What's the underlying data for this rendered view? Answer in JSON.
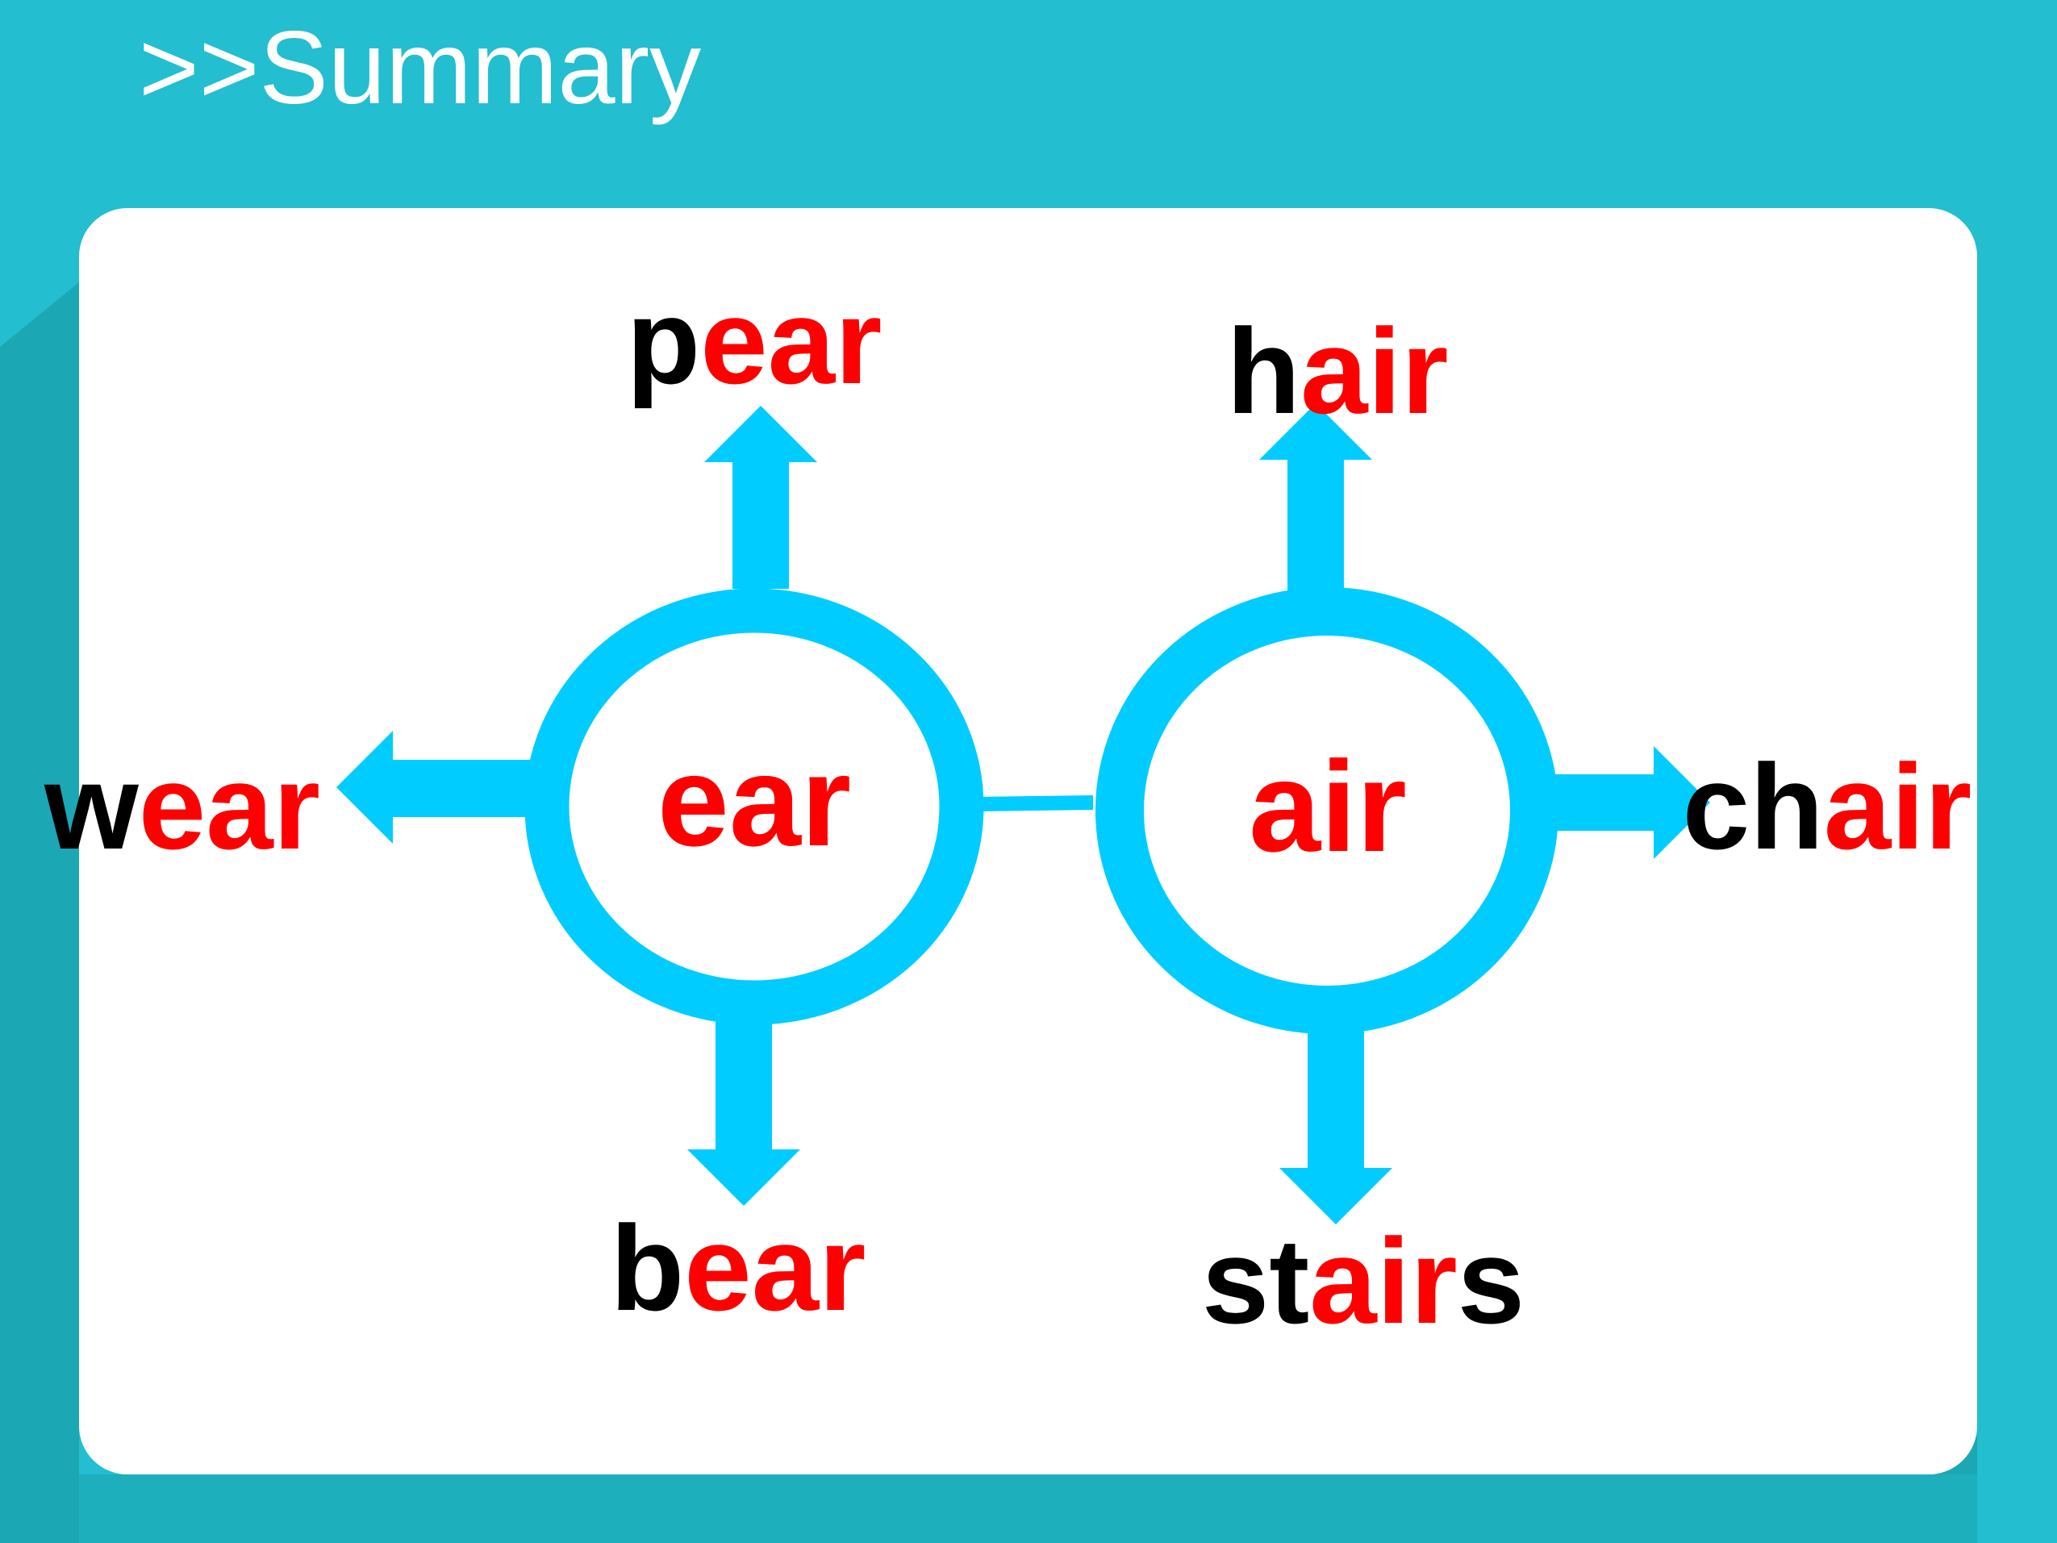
{
  "header": {
    "title": ">>Summary"
  },
  "colors": {
    "background": "#23BECF",
    "card": "#FFFFFF",
    "accent": "#00CCFF",
    "highlight": "#FF0000",
    "text": "#000000"
  },
  "hubs": [
    {
      "id": "ear",
      "label": "ear"
    },
    {
      "id": "air",
      "label": "air"
    }
  ],
  "words": {
    "pear": {
      "pre": "p",
      "hl": "ear",
      "post": ""
    },
    "wear": {
      "pre": "w",
      "hl": "ear",
      "post": ""
    },
    "bear": {
      "pre": "b",
      "hl": "ear",
      "post": ""
    },
    "hair": {
      "pre": "h",
      "hl": "air",
      "post": ""
    },
    "chair": {
      "pre": "ch",
      "hl": "air",
      "post": ""
    },
    "stairs": {
      "pre": "st",
      "hl": "air",
      "post": "s"
    }
  }
}
